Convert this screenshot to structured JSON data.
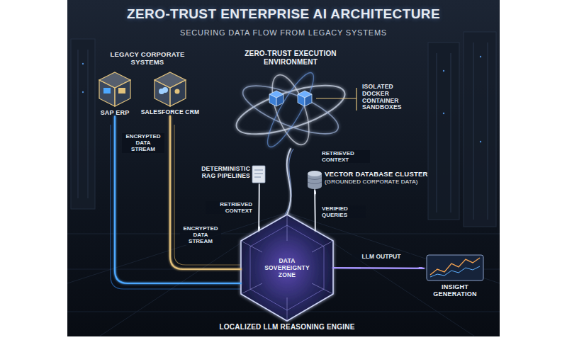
{
  "diagram": {
    "title": "ZERO-TRUST ENTERPRISE AI ARCHITECTURE",
    "nodes": [
      {
        "text": [
          "SAP ERP"
        ]
      },
      {
        "text": [
          "SALESFORCE CRM"
        ]
      },
      {
        "text": [
          "ZERO-TRUST EXECUTION ENVIRONMENT"
        ]
      },
      {
        "text": [
          "DETERMINISTIC RAG PIPELINES"
        ]
      },
      {
        "text": [
          "VECTOR DATABASE CLUSTER",
          "(GROUNDED CORPORATE DATA)"
        ]
      },
      {
        "text": [
          "DATA SOVEREIGNTY ZONE",
          "LOCALIZED LLM REASONING ENGINE"
        ]
      },
      {
        "text": [
          "INSIGHT GENERATION"
        ]
      }
    ],
    "edges": [
      {
        "from": 0,
        "to": 5,
        "label": "ENCRYPTED DATA STREAM",
        "arrow": "none"
      },
      {
        "from": 1,
        "to": 5,
        "label": "ENCRYPTED DATA STREAM",
        "arrow": "none"
      },
      {
        "from": 2,
        "to": 5,
        "arrow": "none"
      },
      {
        "from": 3,
        "to": 5,
        "label": "RETRIEVED CONTEXT",
        "arrow": "to"
      },
      {
        "from": 4,
        "to": 2,
        "label": "RETRIEVED CONTEXT",
        "arrow": "to"
      },
      {
        "from": 5,
        "to": 4,
        "label": "VERIFIED QUERIES",
        "arrow": "to"
      },
      {
        "from": 5,
        "to": 6,
        "label": "LLM OUTPUT",
        "arrow": "to"
      }
    ],
    "labels": [
      "SECURING DATA FLOW FROM LEGACY SYSTEMS",
      "LEGACY CORPORATE SYSTEMS",
      "ISOLATED DOCKER CONTAINER SANDBOXES"
    ]
  }
}
